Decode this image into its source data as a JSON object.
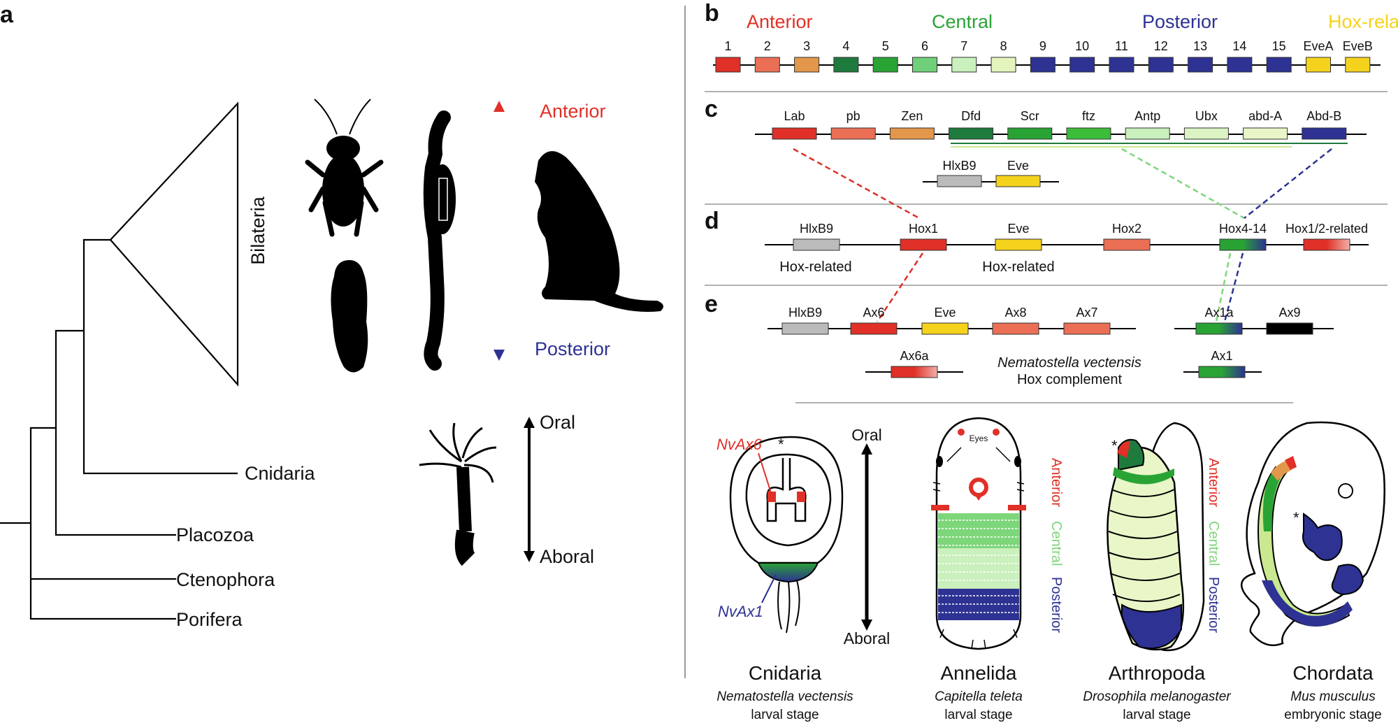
{
  "panels": {
    "a": "a",
    "b": "b",
    "c": "c",
    "d": "d",
    "e": "e"
  },
  "tree": {
    "taxa": [
      "Bilateria",
      "Cnidaria",
      "Placozoa",
      "Ctenophora",
      "Porifera"
    ]
  },
  "axes": {
    "anterior": "Anterior",
    "posterior": "Posterior",
    "oral": "Oral",
    "aboral": "Aboral"
  },
  "colors": {
    "anterior": "#e03027",
    "central": "#2aa335",
    "posterior": "#2d3293",
    "hox_related": "#f5d31d",
    "grey": "#bbbbbb"
  },
  "panel_b": {
    "group_labels": [
      {
        "text": "Anterior",
        "color": "#e03027"
      },
      {
        "text": "Central",
        "color": "#2aa335"
      },
      {
        "text": "Posterior",
        "color": "#2d3293"
      },
      {
        "text": "Hox-related",
        "color": "#f5d31d"
      }
    ],
    "genes": [
      {
        "label": "1",
        "color": "#e03027"
      },
      {
        "label": "2",
        "color": "#eb6f55"
      },
      {
        "label": "3",
        "color": "#e2974a"
      },
      {
        "label": "4",
        "color": "#1f7a3e"
      },
      {
        "label": "5",
        "color": "#2aa335"
      },
      {
        "label": "6",
        "color": "#6fcf7a"
      },
      {
        "label": "7",
        "color": "#c9f0bd"
      },
      {
        "label": "8",
        "color": "#e4f4bd"
      },
      {
        "label": "9",
        "color": "#2d3293"
      },
      {
        "label": "10",
        "color": "#2d3293"
      },
      {
        "label": "11",
        "color": "#2d3293"
      },
      {
        "label": "12",
        "color": "#2d3293"
      },
      {
        "label": "13",
        "color": "#2d3293"
      },
      {
        "label": "14",
        "color": "#2d3293"
      },
      {
        "label": "15",
        "color": "#2d3293"
      },
      {
        "label": "EveA",
        "color": "#f5d31d"
      },
      {
        "label": "EveB",
        "color": "#f5d31d"
      }
    ]
  },
  "panel_c": {
    "genes": [
      {
        "label": "Lab",
        "color": "#e03027"
      },
      {
        "label": "pb",
        "color": "#eb6f55"
      },
      {
        "label": "Zen",
        "color": "#e2974a"
      },
      {
        "label": "Dfd",
        "color": "#1f7a3e"
      },
      {
        "label": "Scr",
        "color": "#2aa335"
      },
      {
        "label": "ftz",
        "color": "#3cbd3a"
      },
      {
        "label": "Antp",
        "color": "#c9f0bd"
      },
      {
        "label": "Ubx",
        "color": "#dcf3c3"
      },
      {
        "label": "abd-A",
        "color": "#e9f6c8"
      },
      {
        "label": "Abd-B",
        "color": "#2d3293"
      }
    ],
    "sub_genes": [
      {
        "label": "HlxB9",
        "color": "#bbbbbb"
      },
      {
        "label": "Eve",
        "color": "#f5d31d"
      }
    ]
  },
  "panel_d": {
    "genes": [
      {
        "label": "HlxB9",
        "color": "#bbbbbb"
      },
      {
        "label": "Hox1",
        "color": "#e03027"
      },
      {
        "label": "Eve",
        "color": "#f5d31d"
      },
      {
        "label": "Hox2",
        "color": "#eb6f55"
      },
      {
        "label": "Hox4-14",
        "color": "gradient-central-posterior"
      },
      {
        "label": "Hox1/2-related",
        "color": "gradient-anterior"
      }
    ],
    "notes": [
      "Hox-related",
      "Hox-related"
    ]
  },
  "panel_e": {
    "genes": [
      {
        "label": "HlxB9",
        "color": "#bbbbbb"
      },
      {
        "label": "Ax6",
        "color": "#e03027"
      },
      {
        "label": "Eve",
        "color": "#f5d31d"
      },
      {
        "label": "Ax8",
        "color": "#eb6f55"
      },
      {
        "label": "Ax7",
        "color": "#eb6f55"
      },
      {
        "label": "Ax1a",
        "color": "gradient-central-posterior"
      },
      {
        "label": "Ax9",
        "color": "#000000"
      },
      {
        "label": "Ax6a",
        "color": "gradient-anterior"
      },
      {
        "label": "Ax1",
        "color": "gradient-central-posterior"
      }
    ],
    "species": "Nematostella vectensis",
    "caption": "Hox complement"
  },
  "embryos": {
    "nv_labels": [
      "NvAx6",
      "NvAx1"
    ],
    "eyes": "Eyes",
    "asterisk": "*",
    "vertical_labels": {
      "anterior": "Anterior",
      "central": "Central",
      "posterior": "Posterior"
    },
    "items": [
      {
        "clade": "Cnidaria",
        "species": "Nematostella vectensis",
        "stage": "larval stage"
      },
      {
        "clade": "Annelida",
        "species": "Capitella teleta",
        "stage": "larval stage"
      },
      {
        "clade": "Arthropoda",
        "species": "Drosophila melanogaster",
        "stage": "larval stage"
      },
      {
        "clade": "Chordata",
        "species": "Mus musculus",
        "stage": "embryonic stage"
      }
    ]
  }
}
